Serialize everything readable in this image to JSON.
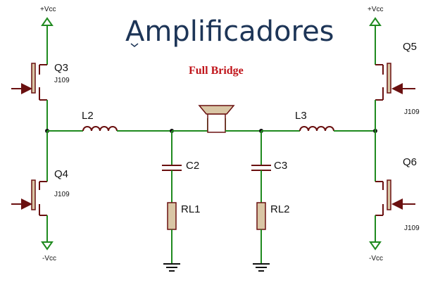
{
  "brand": {
    "name": "Amplificadores"
  },
  "subtitle": "Full Bridge",
  "power": {
    "pos": "+Vcc",
    "neg": "-Vcc"
  },
  "transistors": [
    {
      "id": "Q3",
      "model": "J109"
    },
    {
      "id": "Q4",
      "model": "J109"
    },
    {
      "id": "Q5",
      "model": "J109"
    },
    {
      "id": "Q6",
      "model": "J109"
    }
  ],
  "inductors": [
    {
      "id": "L2"
    },
    {
      "id": "L3"
    }
  ],
  "capacitors": [
    {
      "id": "C2"
    },
    {
      "id": "C3"
    }
  ],
  "resistors": [
    {
      "id": "RL1"
    },
    {
      "id": "RL2"
    }
  ],
  "colors": {
    "wire": "#1f8a1f",
    "component": "#6a1010",
    "body": "#d9c6a5",
    "subtitle": "#c0141a",
    "brand": "#1d3557"
  }
}
